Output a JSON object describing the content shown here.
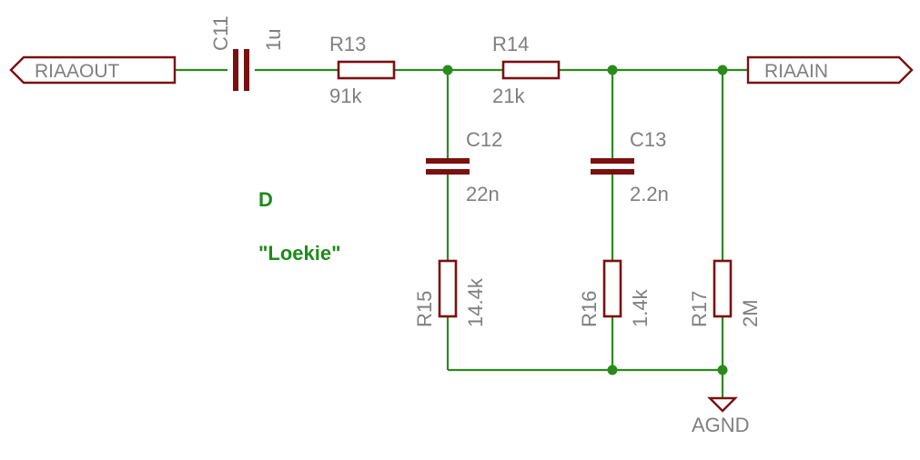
{
  "ports": {
    "left": "RIAAOUT",
    "right": "RIAAIN"
  },
  "components": {
    "c11": {
      "ref": "C11",
      "value": "1u"
    },
    "r13": {
      "ref": "R13",
      "value": "91k"
    },
    "r14": {
      "ref": "R14",
      "value": "21k"
    },
    "c12": {
      "ref": "C12",
      "value": "22n"
    },
    "c13": {
      "ref": "C13",
      "value": "2.2n"
    },
    "r15": {
      "ref": "R15",
      "value": "14.4k"
    },
    "r16": {
      "ref": "R16",
      "value": "1.4k"
    },
    "r17": {
      "ref": "R17",
      "value": "2M"
    }
  },
  "ground": {
    "label": "AGND"
  },
  "notes": {
    "variant": "D",
    "name": "\"Loekie\""
  },
  "colors": {
    "wire": "#2b8a1e",
    "part": "#7a1010",
    "label": "#7f7f7f",
    "note": "#1f8a1a"
  }
}
